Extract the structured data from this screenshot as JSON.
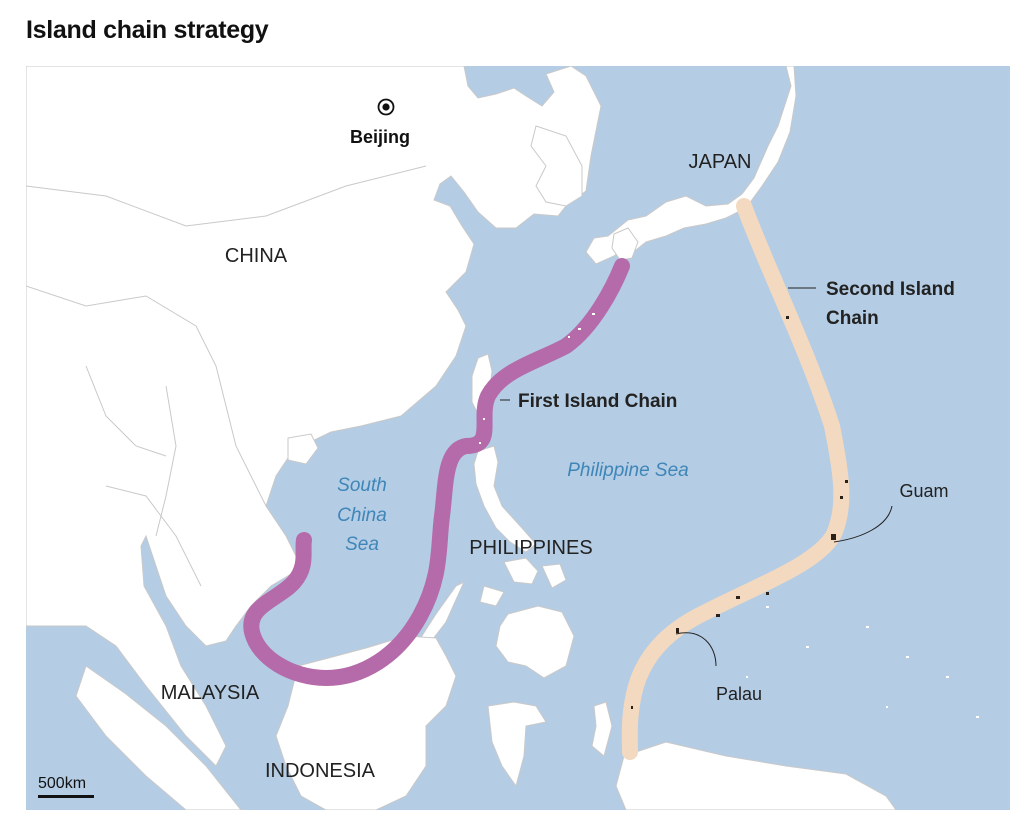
{
  "title": "Island chain strategy",
  "colors": {
    "sea": "#b4cce4",
    "land": "#ffffff",
    "border": "#c9c9c9",
    "first_chain": "#b56aaa",
    "second_chain": "#f3d9bf",
    "sea_label": "#3f86b8",
    "text": "#222222"
  },
  "cities": [
    {
      "name": "Beijing",
      "icon": "capital-dot-icon"
    }
  ],
  "countries": [
    "CHINA",
    "JAPAN",
    "PHILIPPINES",
    "MALAYSIA",
    "INDONESIA"
  ],
  "seas": {
    "south_china_sea": [
      "South",
      "China",
      "Sea"
    ],
    "philippine_sea": "Philippine Sea"
  },
  "chains": {
    "first": "First Island Chain",
    "second": [
      "Second Island",
      "Chain"
    ]
  },
  "islands": [
    "Guam",
    "Palau"
  ],
  "scale": "500km"
}
